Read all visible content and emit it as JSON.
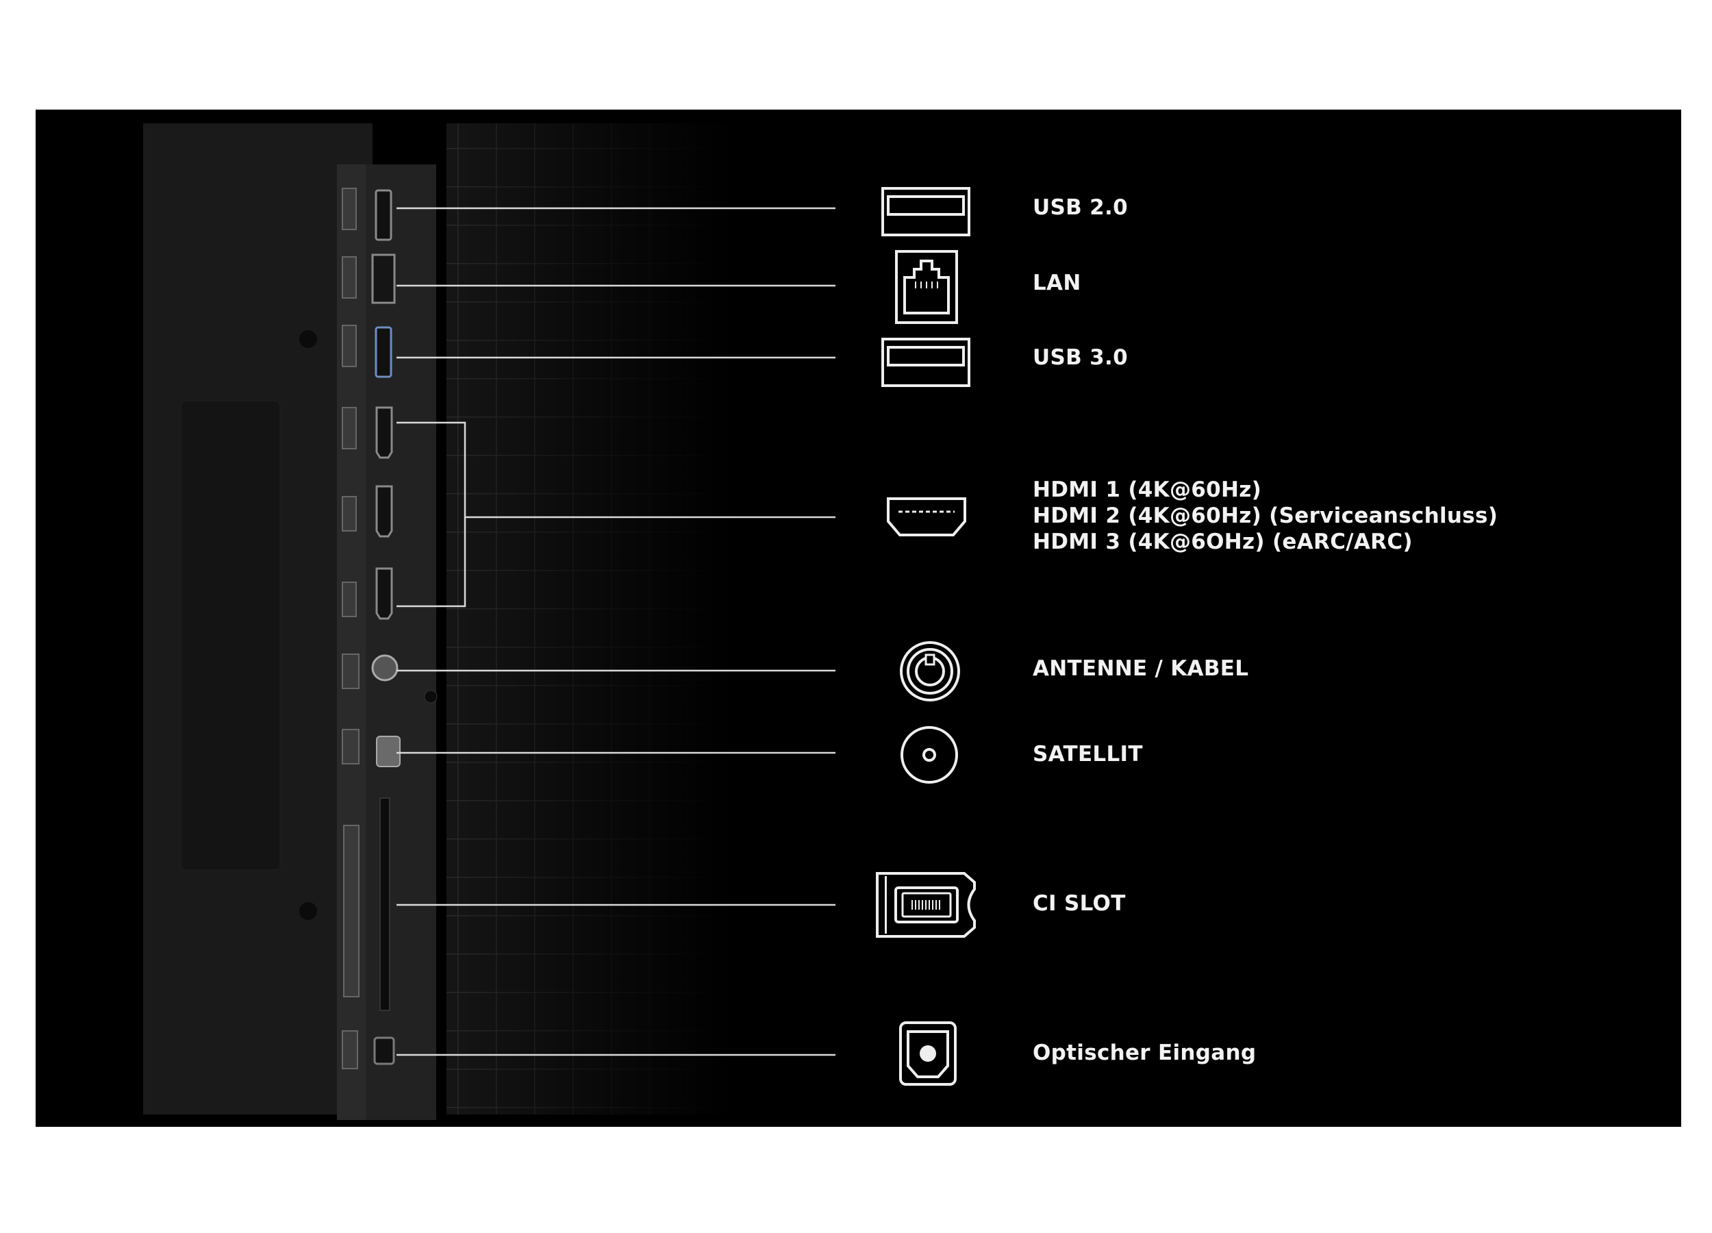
{
  "colors": {
    "background": "#000000",
    "panel_back": "#1a1a1a",
    "port_strip": "#242424",
    "leader_line": "#d9d9d9",
    "text": "#f2f2f2"
  },
  "ports": [
    {
      "id": "usb2",
      "icon": "usb-port-icon",
      "lines": [
        "USB 2.0"
      ]
    },
    {
      "id": "lan",
      "icon": "lan-port-icon",
      "lines": [
        "LAN"
      ]
    },
    {
      "id": "usb3",
      "icon": "usb-port-icon",
      "lines": [
        "USB 3.0"
      ]
    },
    {
      "id": "hdmi",
      "icon": "hdmi-port-icon",
      "lines": [
        "HDMI 1 (4K@60Hz)",
        "HDMI 2 (4K@60Hz) (Serviceanschluss)",
        "HDMI 3 (4K@6OHz)  (eARC/ARC)"
      ]
    },
    {
      "id": "antenna",
      "icon": "antenna-port-icon",
      "lines": [
        "ANTENNE / KABEL"
      ]
    },
    {
      "id": "satellite",
      "icon": "satellite-port-icon",
      "lines": [
        "SATELLIT"
      ]
    },
    {
      "id": "ci",
      "icon": "ci-slot-icon",
      "lines": [
        "CI SLOT"
      ]
    },
    {
      "id": "optical",
      "icon": "optical-port-icon",
      "lines": [
        "Optischer Eingang"
      ]
    }
  ]
}
